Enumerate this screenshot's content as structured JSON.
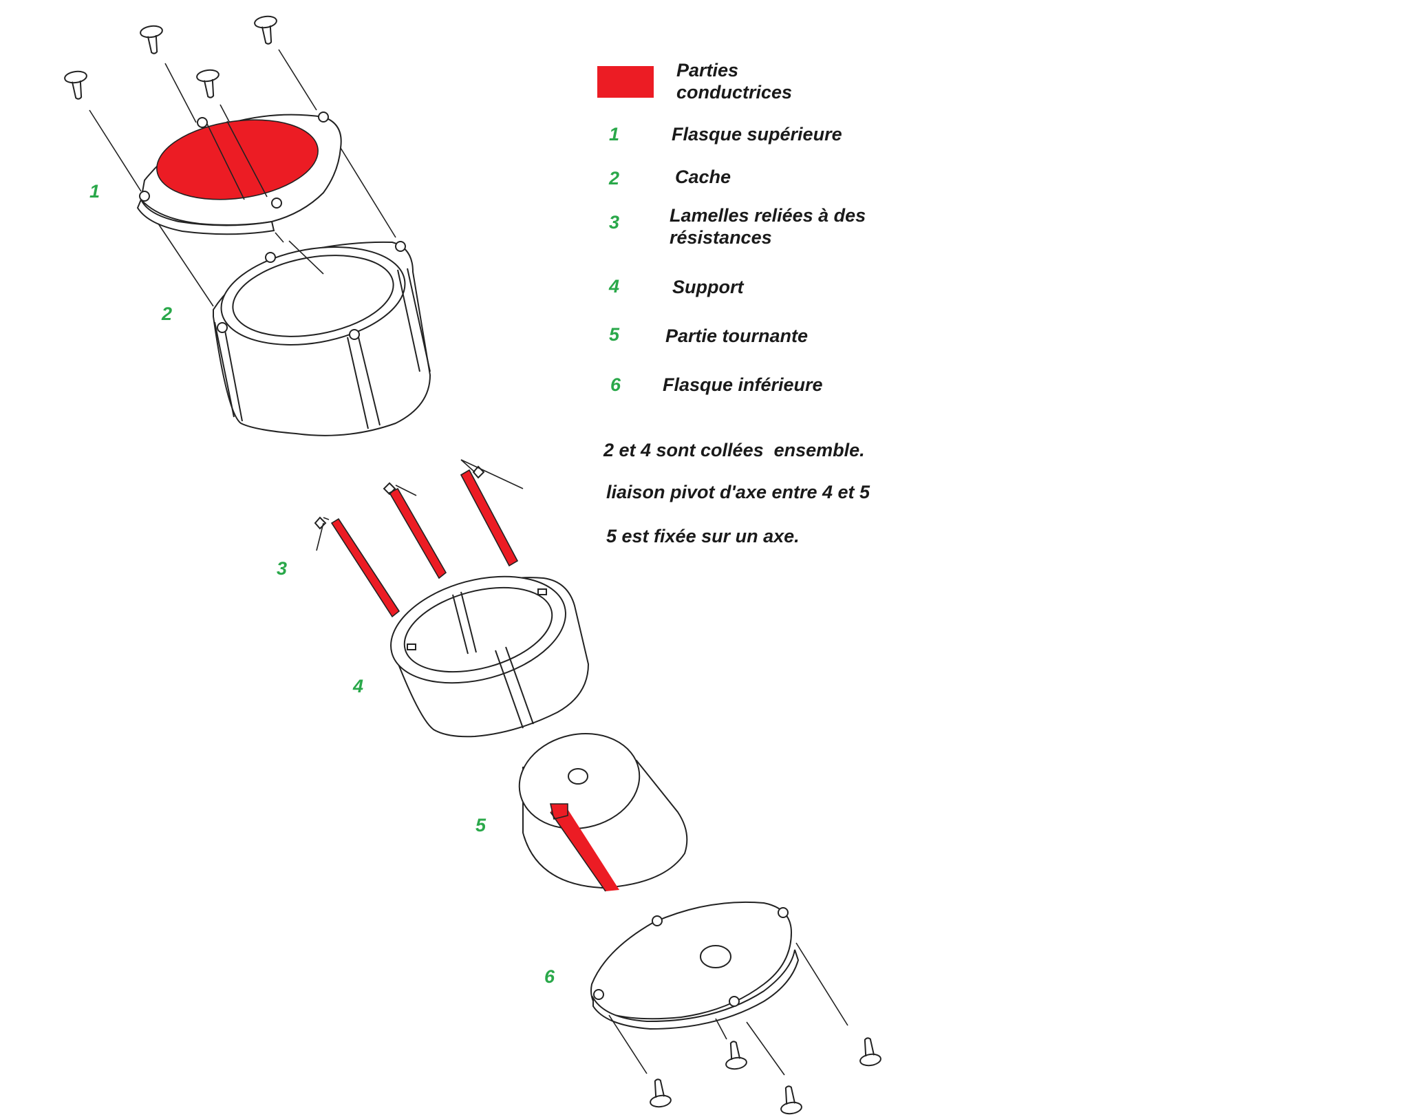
{
  "legend": {
    "swatch_color": "#ec1c24",
    "swatch_label_line1": "Parties",
    "swatch_label_line2": "conductrices",
    "items": [
      {
        "num": "1",
        "label": "Flasque supérieure"
      },
      {
        "num": "2",
        "label": "Cache"
      },
      {
        "num": "3",
        "label": "Lamelles reliées à des",
        "label2": "résistances"
      },
      {
        "num": "4",
        "label": "Support"
      },
      {
        "num": "5",
        "label": "Partie tournante"
      },
      {
        "num": "6",
        "label": "Flasque inférieure"
      }
    ]
  },
  "notes": [
    "2 et 4 sont collées  ensemble.",
    "liaison pivot d'axe entre 4 et 5",
    "5 est fixée sur un axe."
  ],
  "part_labels": [
    "1",
    "2",
    "3",
    "4",
    "5",
    "6"
  ],
  "colors": {
    "conductive": "#ec1c24",
    "numbers": "#2aa84a",
    "text": "#1a1a1a"
  }
}
